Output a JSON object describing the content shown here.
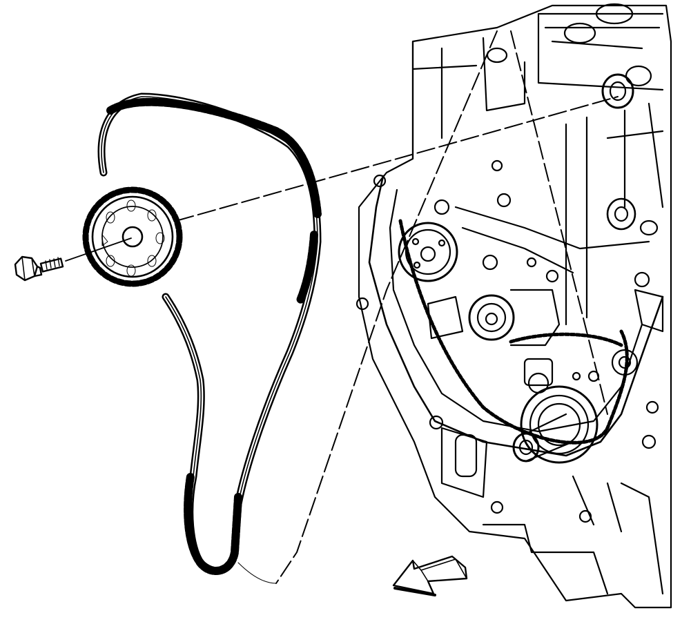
{
  "figure": {
    "kind": "exploded-view line drawing",
    "caption": "",
    "labels": []
  },
  "parts": [
    {
      "id": "bolt",
      "icon": "bolt-icon"
    },
    {
      "id": "camshaft-sprocket",
      "icon": "sprocket-icon"
    },
    {
      "id": "timing-chain",
      "icon": "chain-icon"
    },
    {
      "id": "engine-block",
      "icon": "engine-icon"
    },
    {
      "id": "direction-arrow",
      "icon": "arrow-icon"
    }
  ],
  "colors": {
    "ink": "#000000",
    "paper": "#ffffff"
  }
}
